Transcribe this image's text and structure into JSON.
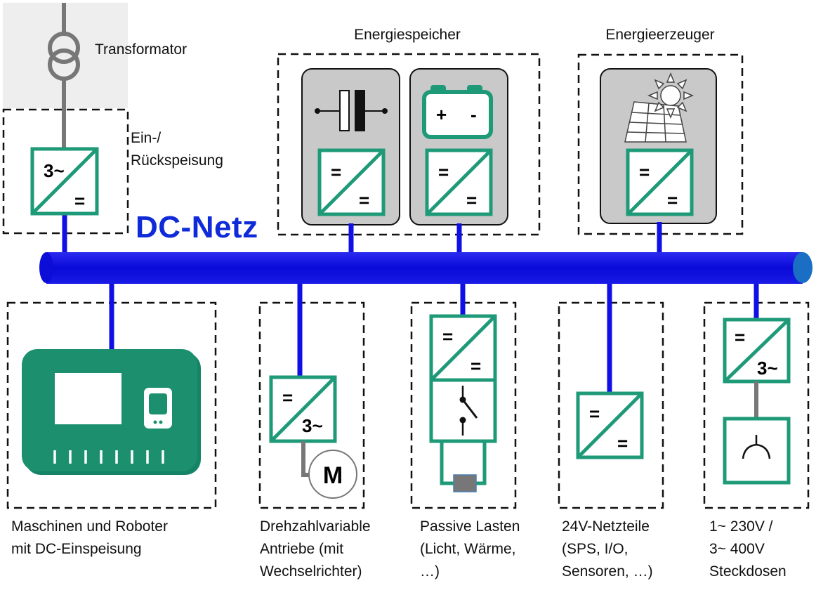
{
  "bus": {
    "title": "DC-Netz",
    "color": "#1010e6"
  },
  "grid": {
    "transformer_label": "Transformator",
    "feed_label": "Ein-/\nRückspeisung",
    "converter": {
      "top": "3~",
      "bottom": "="
    }
  },
  "storage": {
    "title": "Energiespeicher",
    "capacitor_converter": {
      "top": "=",
      "bottom": "="
    },
    "battery_converter": {
      "top": "=",
      "bottom": "="
    },
    "battery_plus": "+",
    "battery_minus": "-"
  },
  "generator": {
    "title": "Energieerzeuger",
    "pv_converter": {
      "top": "=",
      "bottom": "="
    }
  },
  "loads": {
    "machines": {
      "label": "Maschinen und Roboter\nmit DC-Einspeisung"
    },
    "drives": {
      "label": "Drehzahlvariable\nAntriebe (mit\nWechselrichter)",
      "converter": {
        "top": "=",
        "bottom": "3~"
      },
      "motor": "M"
    },
    "passive": {
      "label": "Passive Lasten\n(Licht, Wärme,\n…)",
      "converter": {
        "top": "=",
        "bottom": "="
      }
    },
    "psu24": {
      "label": "24V-Netzteile\n(SPS, I/O,\nSensoren, …)",
      "converter": {
        "top": "=",
        "bottom": "="
      }
    },
    "sockets": {
      "label": "1~ 230V /\n3~ 400V\nSteckdosen",
      "converter": {
        "top": "=",
        "bottom": "3~"
      }
    }
  },
  "colors": {
    "converter": "#1f9a78",
    "machine": "#1b8f6e",
    "panel_fill": "#c9c9c9",
    "transformer_bg": "#eeeeee"
  }
}
